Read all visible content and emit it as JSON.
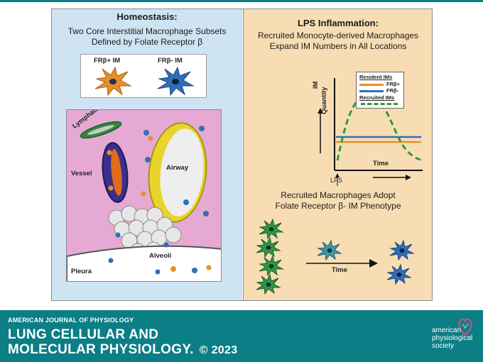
{
  "left_panel": {
    "title": "Homeostasis:",
    "subtitle_line1": "Two Core Interstitial Macrophage Subsets",
    "subtitle_line2": "Defined by Folate Receptor β",
    "cell_labels": {
      "frb_pos": "FRβ+ IM",
      "frb_neg": "FRβ- IM"
    },
    "scene_labels": {
      "lymphatic": "Lymphatic",
      "vessel": "Vessel",
      "airway": "Airway",
      "alveoli": "Alveoli",
      "pleura": "Pleura"
    },
    "colors": {
      "background": "#cfe4f3",
      "frb_pos_cell": "#e88f2a",
      "frb_neg_cell": "#2f6fb8",
      "tissue": "#e6a9d3",
      "airway_wall": "#e8d42a",
      "vessel_wall": "#3a2f8c"
    }
  },
  "right_panel": {
    "title": "LPS Inflammation:",
    "subtitle_line1": "Recruited Monocyte-derived Macrophages",
    "subtitle_line2": "Expand IM Numbers in All Locations",
    "legend": {
      "resident_title": "Resident IMs",
      "frb_pos": "FRβ+",
      "frb_neg": "FRβ-",
      "recruited_title": "Recruited IMs"
    },
    "y_axis_label_1": "IM",
    "y_axis_label_2": "Quantity",
    "x_axis_label": "Time",
    "lps_marker": "LPS",
    "adopt_line1": "Recruited Macrophages Adopt",
    "adopt_line2": "Folate Receptor β- IM Phenotype",
    "arrow_label": "Time",
    "colors": {
      "background": "#f8ddb4",
      "resident_frb_pos": "#e88f2a",
      "resident_frb_neg": "#2f6fb8",
      "recruited": "#2e9a3e"
    }
  },
  "chart_data": {
    "type": "line",
    "xlabel": "Time",
    "ylabel": "IM Quantity",
    "series": [
      {
        "name": "FRβ+",
        "style": "solid",
        "color": "#e88f2a",
        "shape": "constant"
      },
      {
        "name": "FRβ-",
        "style": "solid",
        "color": "#2f6fb8",
        "shape": "constant"
      },
      {
        "name": "Recruited IMs",
        "style": "dashed",
        "color": "#2e9a3e",
        "shape": "rise after LPS, peak, then decline"
      }
    ],
    "annotations": [
      "LPS"
    ]
  },
  "footer": {
    "journal_small": "AMERICAN JOURNAL OF PHYSIOLOGY",
    "journal_line1": "LUNG CELLULAR AND",
    "journal_line2": "MOLECULAR PHYSIOLOGY.",
    "copyright": "© 2023",
    "society_line1": "american",
    "society_line2": "physiological",
    "society_line3": "society",
    "colors": {
      "band": "#0b7e86",
      "text": "#ffffff"
    }
  }
}
